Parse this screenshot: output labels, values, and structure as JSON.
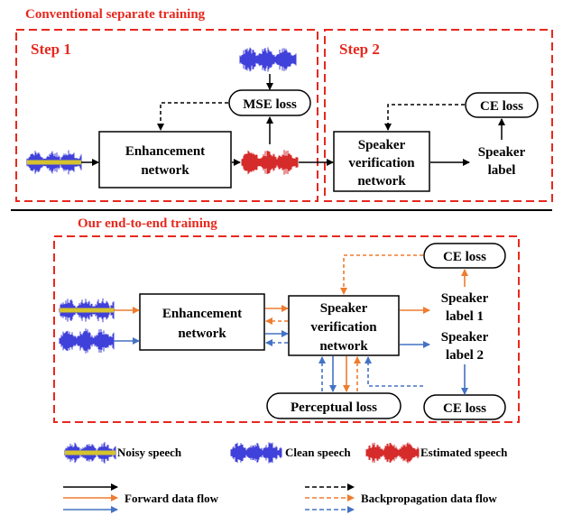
{
  "colors": {
    "red": "#e8281e",
    "black": "#000000",
    "orange": "#ed7d31",
    "blue": "#4472c4",
    "noisy_yellow": "#e6d21a",
    "clean_blue": "#2b2bd6",
    "estimated_red": "#d11414"
  },
  "top": {
    "heading": "Conventional separate training",
    "step1": "Step 1",
    "step2": "Step 2",
    "mse_loss": "MSE loss",
    "ce_loss": "CE loss",
    "enh_line1": "Enhancement",
    "enh_line2": "network",
    "spk_line1": "Speaker",
    "spk_line2": "verification",
    "spk_line3": "network",
    "label_line1": "Speaker",
    "label_line2": "label"
  },
  "bottom": {
    "heading": "Our end-to-end training",
    "ce_loss_top": "CE loss",
    "ce_loss_bottom": "CE loss",
    "enh_line1": "Enhancement",
    "enh_line2": "network",
    "spk_line1": "Speaker",
    "spk_line2": "verification",
    "spk_line3": "network",
    "label1_line1": "Speaker",
    "label1_line2": "label 1",
    "label2_line1": "Speaker",
    "label2_line2": "label 2",
    "perceptual_loss": "Perceptual loss"
  },
  "legend": {
    "noisy": "Noisy speech",
    "clean": "Clean speech",
    "estimated": "Estimated speech",
    "forward": "Forward data flow",
    "backprop": "Backpropagation data flow"
  }
}
